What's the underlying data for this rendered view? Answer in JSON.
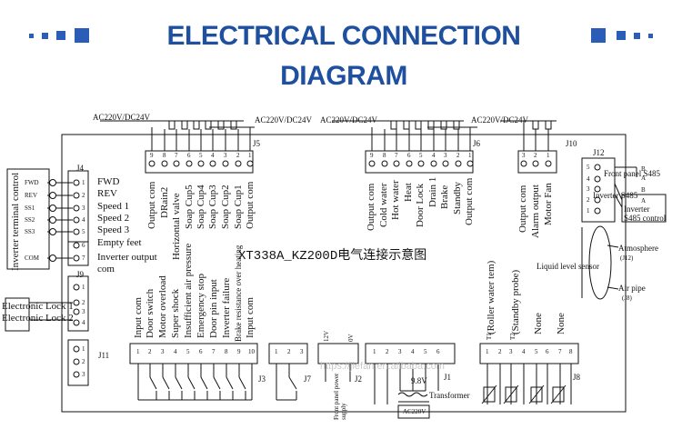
{
  "title": "ELECTRICAL CONNECTION DIAGRAM",
  "board_title": "XT338A_KZ200D电气连接示意图",
  "colors": {
    "title_blue": "#1f4f9f",
    "square_blue": "#2a5db8",
    "line": "#111111"
  },
  "j4": {
    "name": "J4",
    "side_label": "Inverter terminal control",
    "terminals": [
      "FWD",
      "REV",
      "SS1",
      "SS2",
      "SS3",
      "COM"
    ],
    "pins": [
      "1",
      "2",
      "3",
      "4",
      "5",
      "6",
      "7"
    ],
    "signals": [
      "FWD",
      "REV",
      "Speed 1",
      "Speed 2",
      "Speed 3",
      "Empty feet",
      "Inverter output",
      "com"
    ]
  },
  "j9": {
    "name": "J9",
    "pins": [
      "1",
      "2",
      "3",
      "4"
    ],
    "lock_labels": [
      "Electronic Lock 1",
      "Electronic Lock 2"
    ]
  },
  "j11": {
    "name": "J11",
    "pins": [
      "1",
      "2",
      "3"
    ]
  },
  "j5": {
    "name": "J5",
    "supply_left": "AC220V/DC24V",
    "supply_right": "AC220V/DC24V",
    "pins": [
      "9",
      "8",
      "7",
      "6",
      "5",
      "4",
      "3",
      "2",
      "1"
    ],
    "signals": [
      "Output com",
      "DRain2",
      "Horizontal valve",
      "Soap Cup5",
      "Soap Cup4",
      "Soap Cup3",
      "Soap Cup2",
      "Soap Cup1",
      "Output com"
    ]
  },
  "j6": {
    "name": "J6",
    "supply_left": "AC220V/DC24V",
    "supply_right": "AC220V/DC24V",
    "pins": [
      "9",
      "8",
      "7",
      "6",
      "5",
      "4",
      "3",
      "2",
      "1"
    ],
    "signals": [
      "Output com",
      "Cold water",
      "Hot water",
      "Heat",
      "Door Lock",
      "Drain 1",
      "Brake",
      "Standby",
      "Output com"
    ]
  },
  "j10": {
    "name": "J10",
    "pins": [
      "3",
      "2",
      "1"
    ],
    "signals": [
      "Output com",
      "Alarm output",
      "Motor Fan"
    ]
  },
  "j12": {
    "name": "J12",
    "pins": [
      "5",
      "4",
      "3",
      "2",
      "1"
    ],
    "ab": [
      "B",
      "A",
      "B",
      "A"
    ],
    "labels": [
      "Front panel S485",
      "Inverter S485",
      "Inverter S485 control"
    ]
  },
  "sensor": {
    "label": "Liquid level sensor",
    "atmosphere": "Atmosphere",
    "atmosphere_ref": "(J12)",
    "air_pipe": "Air pipe",
    "air_pipe_ref": "(J8)"
  },
  "j3": {
    "name": "J3",
    "pins": [
      "1",
      "2",
      "3",
      "4",
      "5",
      "6",
      "7",
      "8",
      "9",
      "10"
    ],
    "signals": [
      "Input com",
      "Door switch",
      "Motor overload",
      "Super shock",
      "Insufficient air pressure",
      "Emergency stop",
      "Door pin input",
      "Inverter failure",
      "Brake resistance over heating",
      "Input com"
    ]
  },
  "j7": {
    "name": "J7",
    "pins": [
      "1",
      "2",
      "3"
    ]
  },
  "j2": {
    "name": "J2",
    "pin_labels": [
      "12V",
      "0V"
    ],
    "label": "Front panel power supply"
  },
  "j1": {
    "name": "J1",
    "pins": [
      "1",
      "2",
      "3",
      "4",
      "5",
      "6"
    ],
    "voltage": "9.8V",
    "transformer": "Transformer",
    "mains": "AC220V"
  },
  "j8": {
    "name": "J8",
    "pins": [
      "1",
      "2",
      "3",
      "4",
      "5",
      "6",
      "7",
      "8"
    ],
    "sub": [
      "T1",
      "T2"
    ],
    "signals": [
      "(Roller water tem)",
      "(Standby probe)",
      "None",
      "None"
    ]
  },
  "watermark": "https://jiefan.en.alibaba.com"
}
